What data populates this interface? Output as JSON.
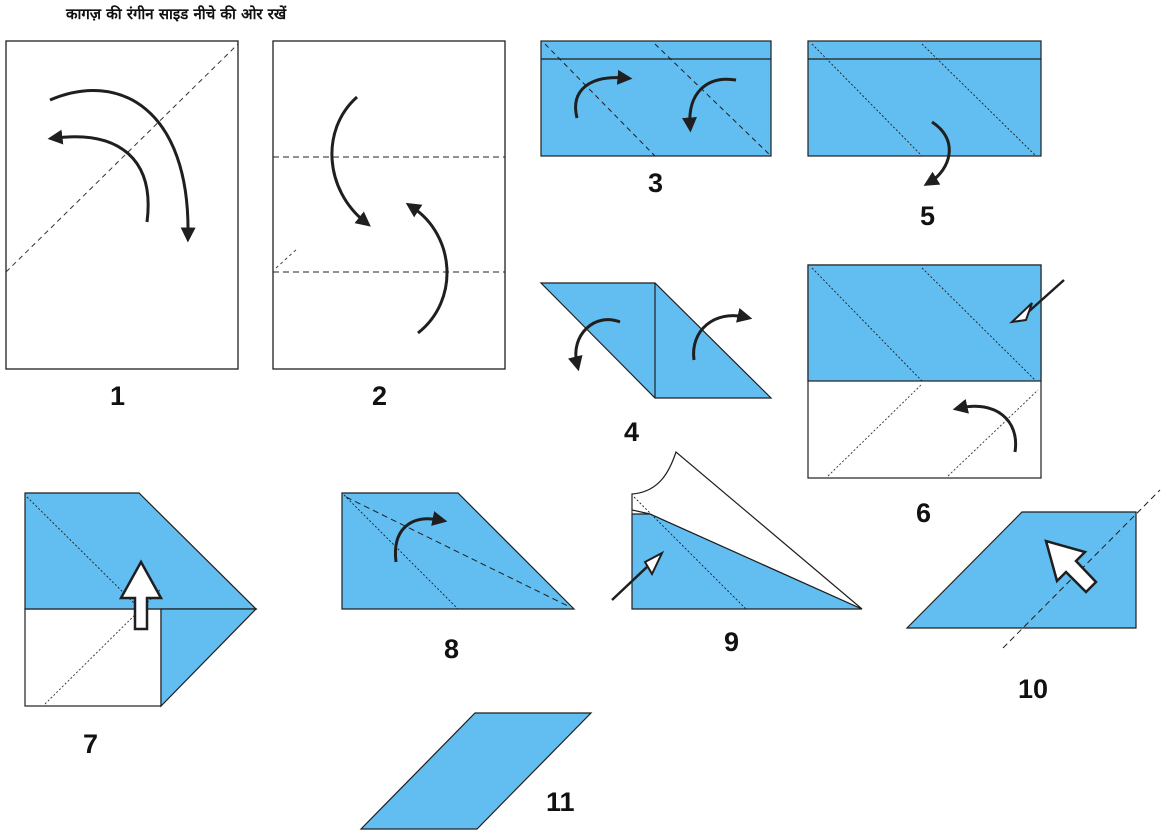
{
  "title": "कागज़ की रंगीन साइड नीचे की ओर रखें",
  "colors": {
    "paper_blue": "#62bdf1",
    "outline": "#1f1f1f",
    "paper_white": "#ffffff"
  },
  "steps": [
    {
      "number": "1"
    },
    {
      "number": "2"
    },
    {
      "number": "3"
    },
    {
      "number": "4"
    },
    {
      "number": "5"
    },
    {
      "number": "6"
    },
    {
      "number": "7"
    },
    {
      "number": "8"
    },
    {
      "number": "9"
    },
    {
      "number": "10"
    },
    {
      "number": "11"
    }
  ]
}
